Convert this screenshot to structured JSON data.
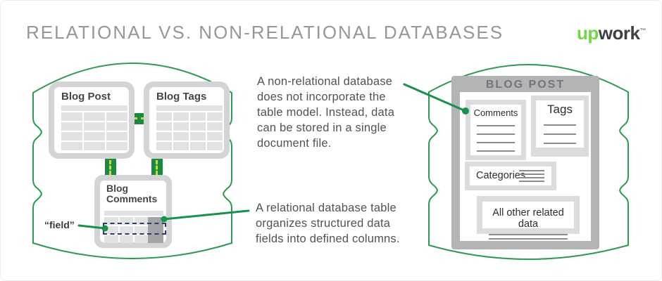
{
  "colors": {
    "accent_green": "#18914a",
    "outline_green": "#2b9b51",
    "conn_green": "#1a8a41",
    "dash_green": "#c7da3d",
    "logo_green": "#6fd843",
    "card_gray": "#d3d4d6",
    "cell_gray": "#e1e2e4",
    "dark_cell": "#a3a4a6",
    "doc_gray": "#b3b4b6",
    "box_gray": "#dbdcde",
    "navy": "#2c3b6f",
    "title_gray": "#96979a",
    "text_dark": "#515255"
  },
  "header": {
    "title": "RELATIONAL VS. NON-RELATIONAL DATABASES",
    "logo": {
      "up": "up",
      "work": "work",
      "tm": "™"
    }
  },
  "relational": {
    "blog_post": {
      "title": "Blog Post",
      "grid": {
        "rows": 4,
        "cols": 3
      }
    },
    "blog_tags": {
      "title": "Blog Tags",
      "grid": {
        "rows": 4,
        "cols": 4
      }
    },
    "blog_comments": {
      "title": "Blog\nComments",
      "grid": {
        "rows": 3,
        "cols": 4
      }
    },
    "field_label": "“field”"
  },
  "annotations": {
    "non_relational": "A non-relational database\ndoes not incorporate the\ntable model. Instead, data\ncan be stored in a single\ndocument file.",
    "relational": "A relational database table\norganizes structured data\nfields into defined columns."
  },
  "document": {
    "title": "BLOG POST",
    "comments": {
      "label": "Comments",
      "lines": 4
    },
    "tags": {
      "label": "Tags",
      "lines": 3
    },
    "categories": {
      "label": "Categories",
      "lines": 4
    },
    "other": {
      "label": "All other related data",
      "lines": 2
    }
  }
}
